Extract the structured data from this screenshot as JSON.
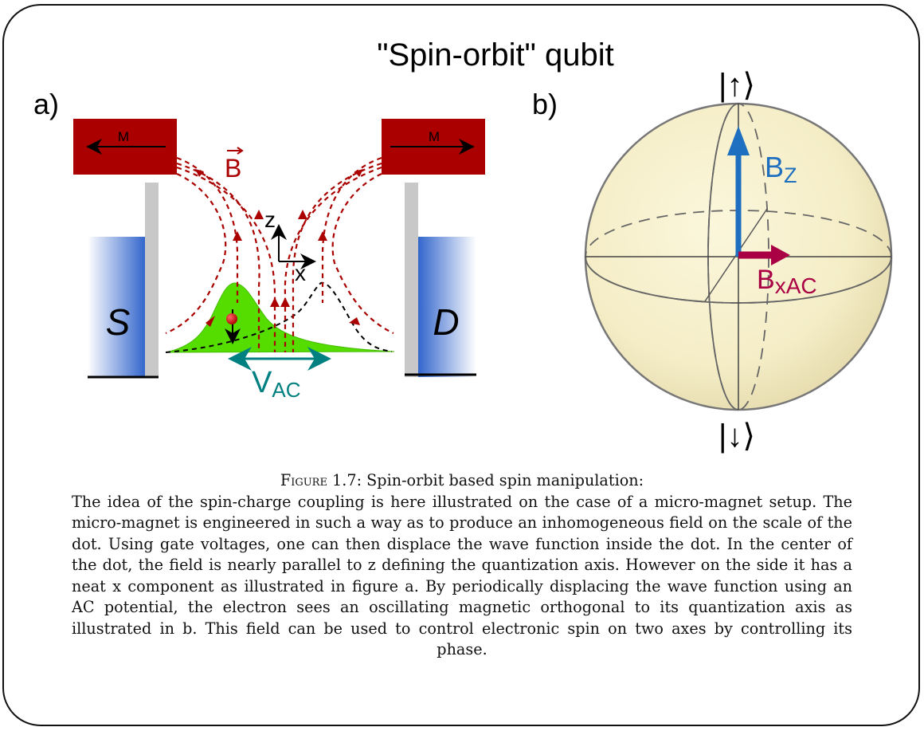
{
  "figure": {
    "title": "\"Spin-orbit\" qubit",
    "panel_a": {
      "label": "a)",
      "magnet_left_label": "M",
      "magnet_right_label": "M",
      "field_label": "B",
      "axis_z": "z",
      "axis_x": "x",
      "source_label": "S",
      "drain_label": "D",
      "vac_main": "V",
      "vac_sub": "AC",
      "colors": {
        "magnet": "#aa0000",
        "field_lines": "#aa0000",
        "wave": "#55dd00",
        "vac_arrow": "#008080",
        "electrode": "#3366cc"
      }
    },
    "panel_b": {
      "label": "b)",
      "ket_up": "|↑⟩",
      "ket_down": "|↓⟩",
      "bz_main": "B",
      "bz_sub": "Z",
      "bx_main": "B",
      "bx_sub": "xAC",
      "colors": {
        "sphere": "#f5edc0",
        "bz_arrow": "#1f6fc0",
        "bx_arrow": "#aa0044"
      }
    }
  },
  "caption": {
    "heading": "Figure 1.7:",
    "heading_rest": " Spin-orbit based spin manipulation:",
    "body": "The idea of the spin-charge coupling is here illustrated on the case of a micro-magnet setup. The micro-magnet is engineered in such a way as to produce an inhomogeneous field on the scale of the dot. Using gate voltages, one can then displace the wave function inside the dot. In the center of the dot, the field is nearly parallel to z defining the quantization axis. However on the side it has a neat x component as illustrated in figure a. By periodically displacing the wave function using an AC potential, the electron sees an oscillating magnetic orthogonal to its quantization axis as illustrated in b. This field can be used to control electronic spin on two axes by controlling its phase."
  }
}
